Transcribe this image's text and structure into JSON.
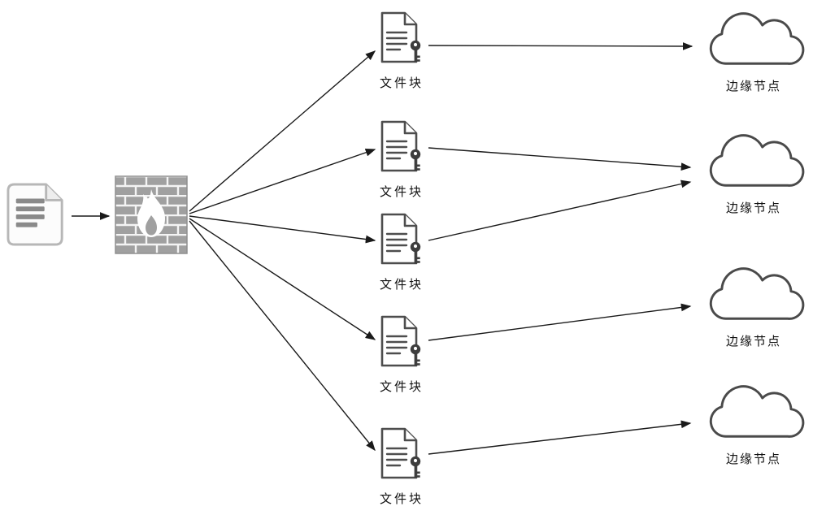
{
  "diagram": {
    "source_document": {
      "icon": "document-icon"
    },
    "firewall": {
      "icon": "firewall-icon"
    },
    "file_blocks": [
      {
        "label": "文件块",
        "icon": "document-key-icon"
      },
      {
        "label": "文件块",
        "icon": "document-key-icon"
      },
      {
        "label": "文件块",
        "icon": "document-key-icon"
      },
      {
        "label": "文件块",
        "icon": "document-key-icon"
      },
      {
        "label": "文件块",
        "icon": "document-key-icon"
      }
    ],
    "edge_nodes": [
      {
        "label": "边缘节点",
        "icon": "cloud-icon"
      },
      {
        "label": "边缘节点",
        "icon": "cloud-icon"
      },
      {
        "label": "边缘节点",
        "icon": "cloud-icon"
      },
      {
        "label": "边缘节点",
        "icon": "cloud-icon"
      }
    ],
    "colors": {
      "arrow": "#1a1a1a",
      "outline": "#4d4d4d",
      "brick": "#a0a0a0",
      "background": "#ffffff"
    }
  }
}
